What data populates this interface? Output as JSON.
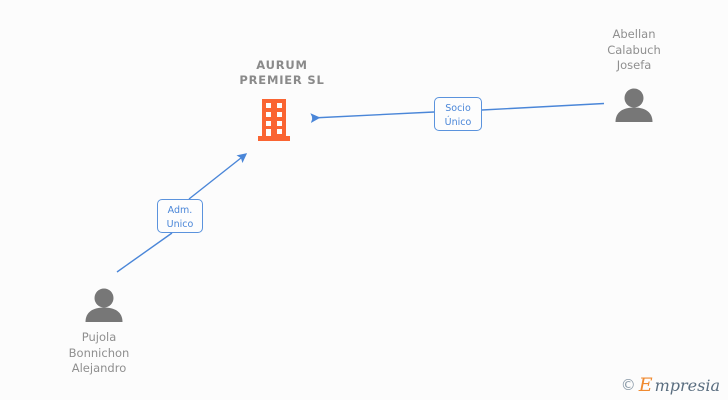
{
  "diagram": {
    "background_color": "#fcfcfc",
    "company": {
      "name_line1": "AURUM",
      "name_line2": "PREMIER  SL",
      "icon": "building-icon",
      "icon_color": "#fa6432"
    },
    "persons": [
      {
        "id": "abellan-calabuch-josefa",
        "name_line1": "Abellan",
        "name_line2": "Calabuch",
        "name_line3": "Josefa",
        "icon": "person-icon",
        "icon_color": "#777777",
        "position": "top-right"
      },
      {
        "id": "pujola-bonnichon-alejandro",
        "name_line1": "Pujola",
        "name_line2": "Bonnichon",
        "name_line3": "Alejandro",
        "icon": "person-icon",
        "icon_color": "#777777",
        "position": "bottom-left"
      }
    ],
    "relations": [
      {
        "id": "socio-unico",
        "label_line1": "Socio",
        "label_line2": "Único",
        "from": "abellan-calabuch-josefa",
        "to": "company",
        "arrow_color": "#4a86d8"
      },
      {
        "id": "adm-unico",
        "label_line1": "Adm.",
        "label_line2": "Unico",
        "from": "pujola-bonnichon-alejandro",
        "to": "company",
        "arrow_color": "#4a86d8"
      }
    ],
    "watermark": {
      "copyright": "©",
      "brand_initial": "E",
      "brand_rest": "mpresia"
    }
  }
}
